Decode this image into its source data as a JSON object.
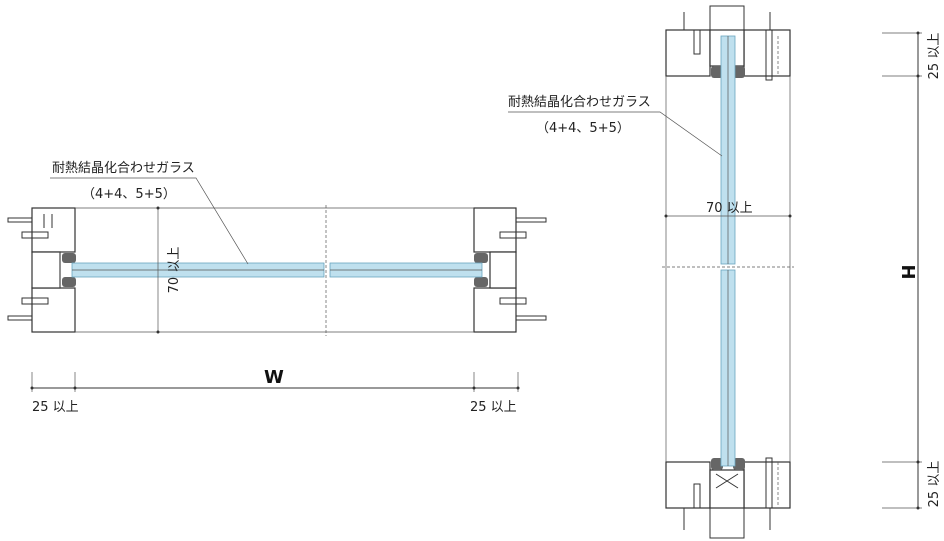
{
  "glass_label": "耐熱結晶化合わせガラス",
  "glass_spec": "（4+4、5+5）",
  "width_symbol": "W",
  "height_symbol": "H",
  "min_70": "70 以上",
  "min_25": "25 以上"
}
